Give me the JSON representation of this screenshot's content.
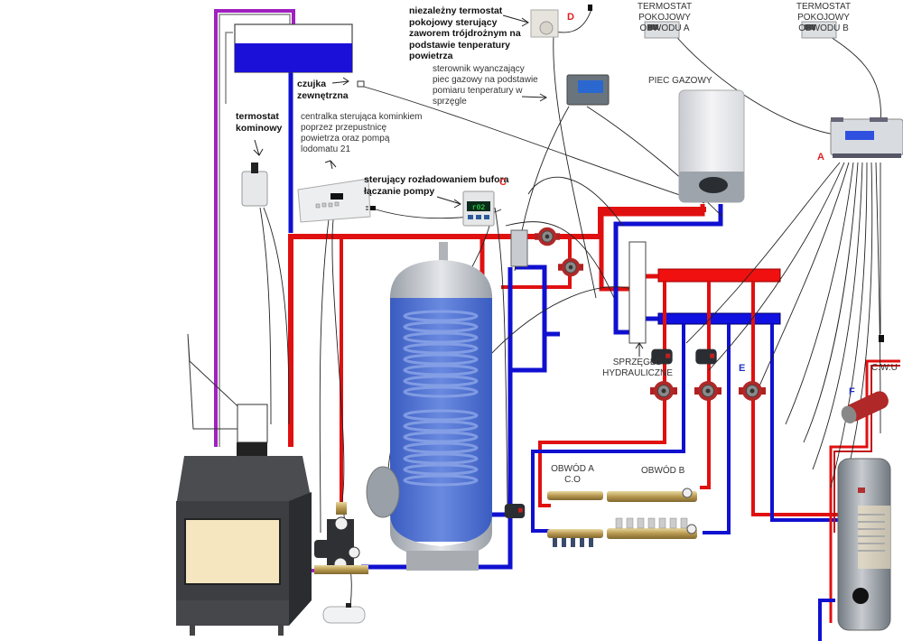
{
  "colors": {
    "hot_pipe": "#e01010",
    "cold_pipe": "#1010d0",
    "purple_pipe": "#a020c0",
    "tank_water": "#1a10d8",
    "buffer_tank": "#4a6ed0",
    "marker_red": "#e02020",
    "marker_blue": "#2030c0"
  },
  "labels": {
    "independent_thermostat": "niezależny termostat\npokojowy sterujący\nzaworem trójdrożnym na\npodstawie tenperatury\npowietrza",
    "gas_controller": "sterownik wyanczający\npiec gazowy na podstawie\npomiaru tenperatury w\nsprzęgle",
    "room_thermostat_a": "TERMOSTAT POKOJOWY\nOBWODU A",
    "room_thermostat_b": "TERMOSTAT POKOJOWY\nOBWODU B",
    "outdoor_sensor": "czujka\nzewnętrzna",
    "chimney_thermostat": "termostat\nkominowy",
    "fireplace_controller": "centralka sterująca kominkiem\npoprzez przepustnicę\npowietrza oraz pompą\nlodomatu 21",
    "buffer_discharge": "sterujący rozładowaniem bufora\nłączanie pompy",
    "gas_boiler": "PIEC GAZOWY",
    "hydraulic_coupling": "SPRZĘGŁO\nHYDRAULICZNE",
    "circuit_a": "OBWÓD A\nC.O",
    "circuit_b": "OBWÓD B",
    "dhw": "C.W.U"
  },
  "markers": {
    "a": "A",
    "c": "C",
    "d": "D",
    "e": "E",
    "f": "F"
  },
  "devices": {
    "controller_c_display": "r02"
  },
  "icons": [
    "plug-icon",
    "thermostat-dial-icon",
    "room-thermostat-icon",
    "controller-display-icon",
    "gas-boiler-icon",
    "circulation-pump-icon",
    "fireplace-icon",
    "buffer-tank-icon",
    "dhw-tank-icon",
    "manifold-icon",
    "heat-exchanger-icon",
    "expansion-tank-icon"
  ]
}
